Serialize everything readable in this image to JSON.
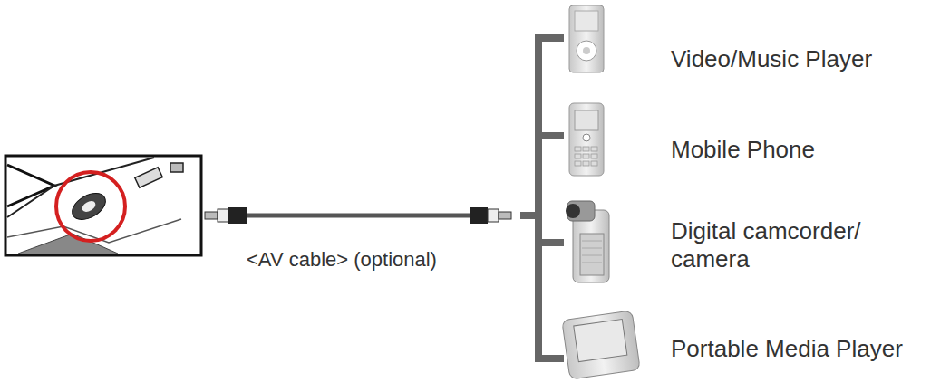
{
  "diagram": {
    "labels": [
      "<AV cable> (optional)",
      "Video/Music Player",
      "Mobile Phone",
      "Digital camcorder/ camera",
      "Portable Media Player"
    ]
  }
}
